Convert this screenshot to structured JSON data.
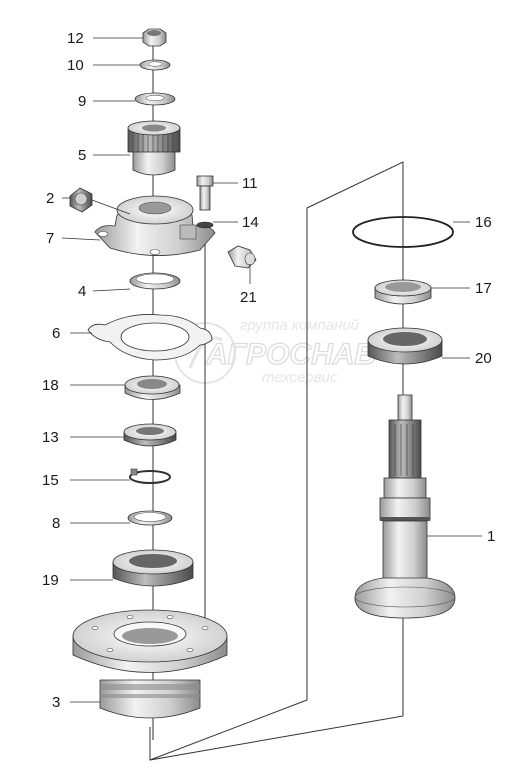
{
  "watermark": {
    "line1": "группа компаний",
    "line2": "АГРОСНАБ",
    "line3": "техсервис"
  },
  "callouts": [
    {
      "id": "12",
      "label": "12"
    },
    {
      "id": "10",
      "label": "10"
    },
    {
      "id": "9",
      "label": "9"
    },
    {
      "id": "5",
      "label": "5"
    },
    {
      "id": "2",
      "label": "2"
    },
    {
      "id": "7",
      "label": "7"
    },
    {
      "id": "11",
      "label": "11"
    },
    {
      "id": "14",
      "label": "14"
    },
    {
      "id": "4",
      "label": "4"
    },
    {
      "id": "21",
      "label": "21"
    },
    {
      "id": "6",
      "label": "6"
    },
    {
      "id": "18",
      "label": "18"
    },
    {
      "id": "13",
      "label": "13"
    },
    {
      "id": "15",
      "label": "15"
    },
    {
      "id": "8",
      "label": "8"
    },
    {
      "id": "19",
      "label": "19"
    },
    {
      "id": "3",
      "label": "3"
    },
    {
      "id": "16",
      "label": "16"
    },
    {
      "id": "17",
      "label": "17"
    },
    {
      "id": "20",
      "label": "20"
    },
    {
      "id": "1",
      "label": "1"
    }
  ]
}
